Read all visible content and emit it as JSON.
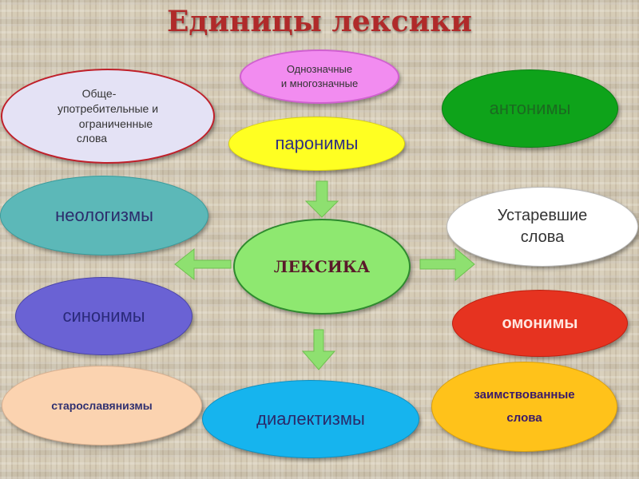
{
  "title": "Единицы лексики",
  "center": "ЛЕКСИКА",
  "nodes": {
    "common_restricted": [
      "Обще-",
      "употребительные и",
      "ограниченные",
      "слова"
    ],
    "single_multi": [
      "Однозначные",
      "и многозначные"
    ],
    "paronyms": "паронимы",
    "antonyms": "антонимы",
    "neologisms": "неологизмы",
    "archaic": [
      "Устаревшие",
      "слова"
    ],
    "synonyms": "синонимы",
    "homonyms": "омонимы",
    "old_slavonic": "старославянизмы",
    "dialectisms": "диалектизмы",
    "borrowed": [
      "заимствованные",
      "слова"
    ]
  },
  "colors": {
    "title": "#b02a2a",
    "arrow": "#8ee070",
    "center": "#8ee870",
    "pink": "#f28cf0",
    "yellow": "#ffff22",
    "dark_green": "#0ea31a",
    "teal": "#5cb8b8",
    "white": "#ffffff",
    "purple": "#6a62d4",
    "red": "#e63320",
    "peach": "#fbd3b0",
    "blue": "#16b4ee",
    "orange": "#ffc21a",
    "lavender": "#e4e2f5",
    "red_outline": "#c0202a"
  }
}
